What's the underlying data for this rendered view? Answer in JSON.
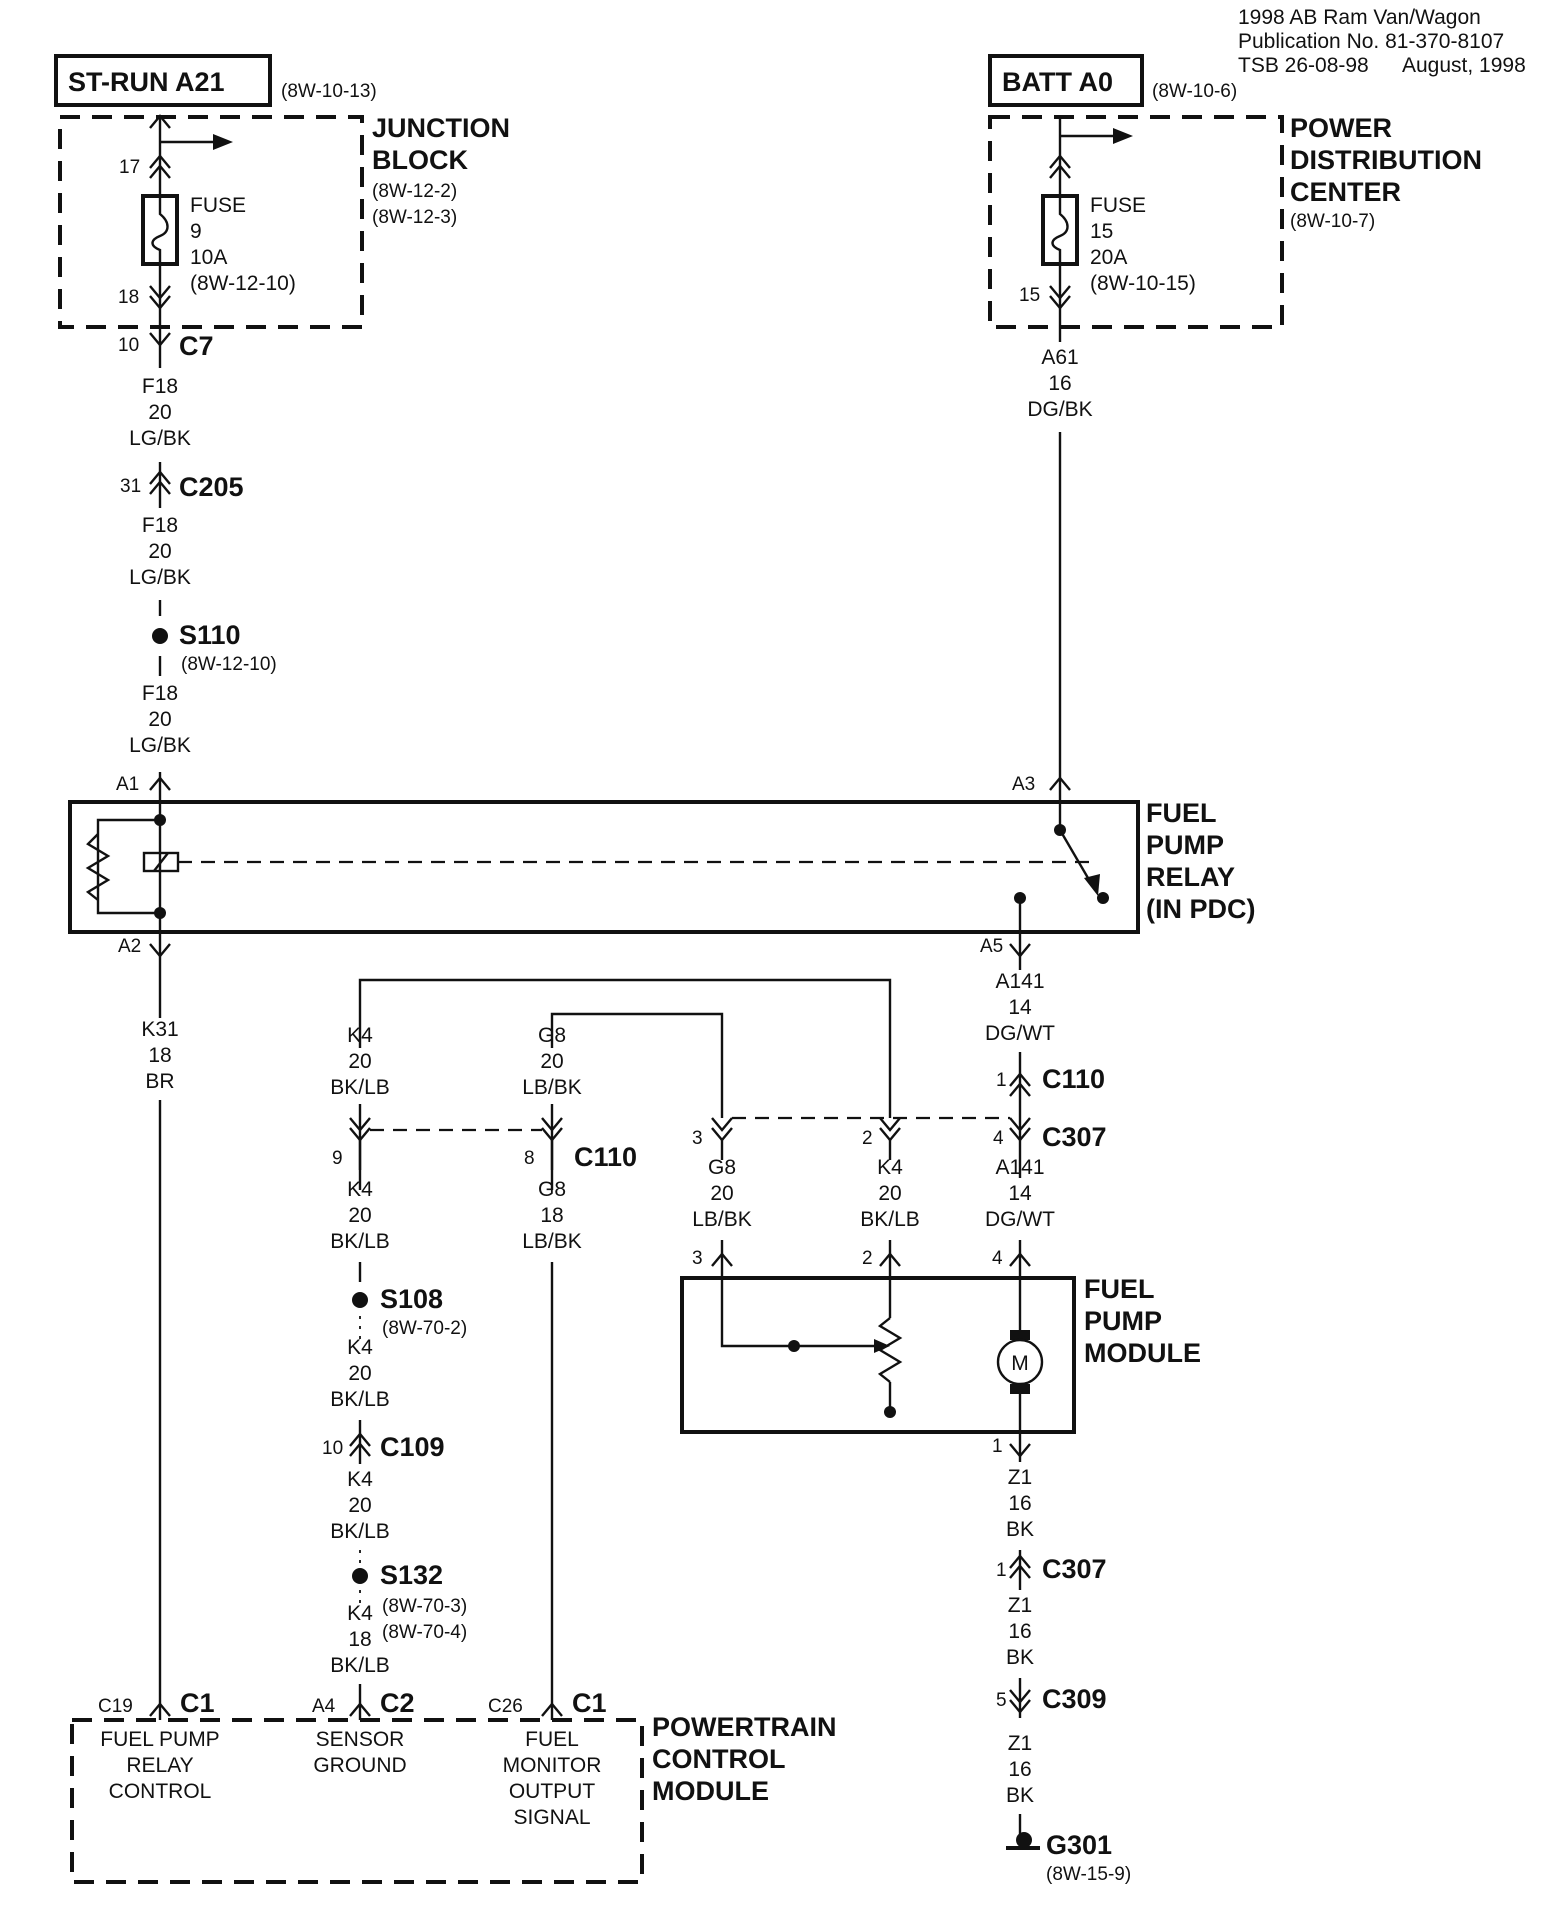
{
  "header": {
    "line1": "1998 AB Ram Van/Wagon",
    "line2": "Publication No. 81-370-8107",
    "line3a": "TSB 26-08-98",
    "line3b": "August, 1998"
  },
  "sources": {
    "st_run": {
      "title": "ST-RUN A21",
      "ref": "(8W-10-13)"
    },
    "batt": {
      "title": "BATT A0",
      "ref": "(8W-10-6)"
    }
  },
  "junction_block": {
    "title1": "JUNCTION",
    "title2": "BLOCK",
    "ref1": "(8W-12-2)",
    "ref2": "(8W-12-3)",
    "pin_in": "17",
    "pin_out": "18",
    "fuse": {
      "l1": "FUSE",
      "l2": "9",
      "l3": "10A",
      "l4": "(8W-12-10)"
    }
  },
  "pdc": {
    "title1": "POWER",
    "title2": "DISTRIBUTION",
    "title3": "CENTER",
    "ref": "(8W-10-7)",
    "pin_out": "15",
    "fuse": {
      "l1": "FUSE",
      "l2": "15",
      "l3": "20A",
      "l4": "(8W-10-15)"
    }
  },
  "left_col": {
    "c7": {
      "pin": "10",
      "name": "C7"
    },
    "w1": {
      "circuit": "F18",
      "gauge": "20",
      "color": "LG/BK"
    },
    "c205": {
      "pin": "31",
      "name": "C205"
    },
    "w2": {
      "circuit": "F18",
      "gauge": "20",
      "color": "LG/BK"
    },
    "s110": {
      "name": "S110",
      "ref": "(8W-12-10)"
    },
    "w3": {
      "circuit": "F18",
      "gauge": "20",
      "color": "LG/BK"
    }
  },
  "batt_wire": {
    "circuit": "A61",
    "gauge": "16",
    "color": "DG/BK"
  },
  "relay": {
    "t1": "FUEL",
    "t2": "PUMP",
    "t3": "RELAY",
    "t4": "(IN PDC)",
    "a1": "A1",
    "a2": "A2",
    "a3": "A3",
    "a5": "A5"
  },
  "k31": {
    "circuit": "K31",
    "gauge": "18",
    "color": "BR"
  },
  "k4_top": {
    "circuit": "K4",
    "gauge": "20",
    "color": "BK/LB"
  },
  "g8_top": {
    "circuit": "G8",
    "gauge": "20",
    "color": "LB/BK"
  },
  "a141_top": {
    "circuit": "A141",
    "gauge": "14",
    "color": "DG/WT"
  },
  "c110_right": {
    "pin": "1",
    "name": "C110"
  },
  "c110_left": {
    "pin_k4": "9",
    "pin_g8": "8",
    "name": "C110"
  },
  "c307_top": {
    "pin_g8": "3",
    "pin_k4": "2",
    "pin_a141": "4",
    "name": "C307"
  },
  "g8_mod": {
    "circuit": "G8",
    "gauge": "20",
    "color": "LB/BK"
  },
  "k4_mod": {
    "circuit": "K4",
    "gauge": "20",
    "color": "BK/LB"
  },
  "a141_mod": {
    "circuit": "A141",
    "gauge": "14",
    "color": "DG/WT"
  },
  "module": {
    "t1": "FUEL",
    "t2": "PUMP",
    "t3": "MODULE",
    "pin3": "3",
    "pin2": "2",
    "pin4": "4",
    "pin1": "1",
    "motor": "M"
  },
  "k4_mid": {
    "circuit": "K4",
    "gauge": "20",
    "color": "BK/LB"
  },
  "g8_mid": {
    "circuit": "G8",
    "gauge": "18",
    "color": "LB/BK"
  },
  "s108": {
    "name": "S108",
    "ref": "(8W-70-2)"
  },
  "k4_low": {
    "circuit": "K4",
    "gauge": "20",
    "color": "BK/LB"
  },
  "c109": {
    "pin": "10",
    "name": "C109"
  },
  "k4_low2": {
    "circuit": "K4",
    "gauge": "20",
    "color": "BK/LB"
  },
  "s132": {
    "name": "S132",
    "ref1": "(8W-70-3)",
    "ref2": "(8W-70-4)"
  },
  "k4_end": {
    "circuit": "K4",
    "gauge": "18",
    "color": "BK/LB"
  },
  "z1_a": {
    "circuit": "Z1",
    "gauge": "16",
    "color": "BK"
  },
  "c307_low": {
    "pin": "1",
    "name": "C307"
  },
  "z1_b": {
    "circuit": "Z1",
    "gauge": "16",
    "color": "BK"
  },
  "c309": {
    "pin": "5",
    "name": "C309"
  },
  "z1_c": {
    "circuit": "Z1",
    "gauge": "16",
    "color": "BK"
  },
  "g301": {
    "name": "G301",
    "ref": "(8W-15-9)"
  },
  "pcm": {
    "t1": "POWERTRAIN",
    "t2": "CONTROL",
    "t3": "MODULE",
    "c19": "C19",
    "c19_conn": "C1",
    "a4": "A4",
    "a4_conn": "C2",
    "c26": "C26",
    "c26_conn": "C1",
    "f1": {
      "l1": "FUEL PUMP",
      "l2": "RELAY",
      "l3": "CONTROL"
    },
    "f2": {
      "l1": "SENSOR",
      "l2": "GROUND"
    },
    "f3": {
      "l1": "FUEL",
      "l2": "MONITOR",
      "l3": "OUTPUT",
      "l4": "SIGNAL"
    }
  }
}
